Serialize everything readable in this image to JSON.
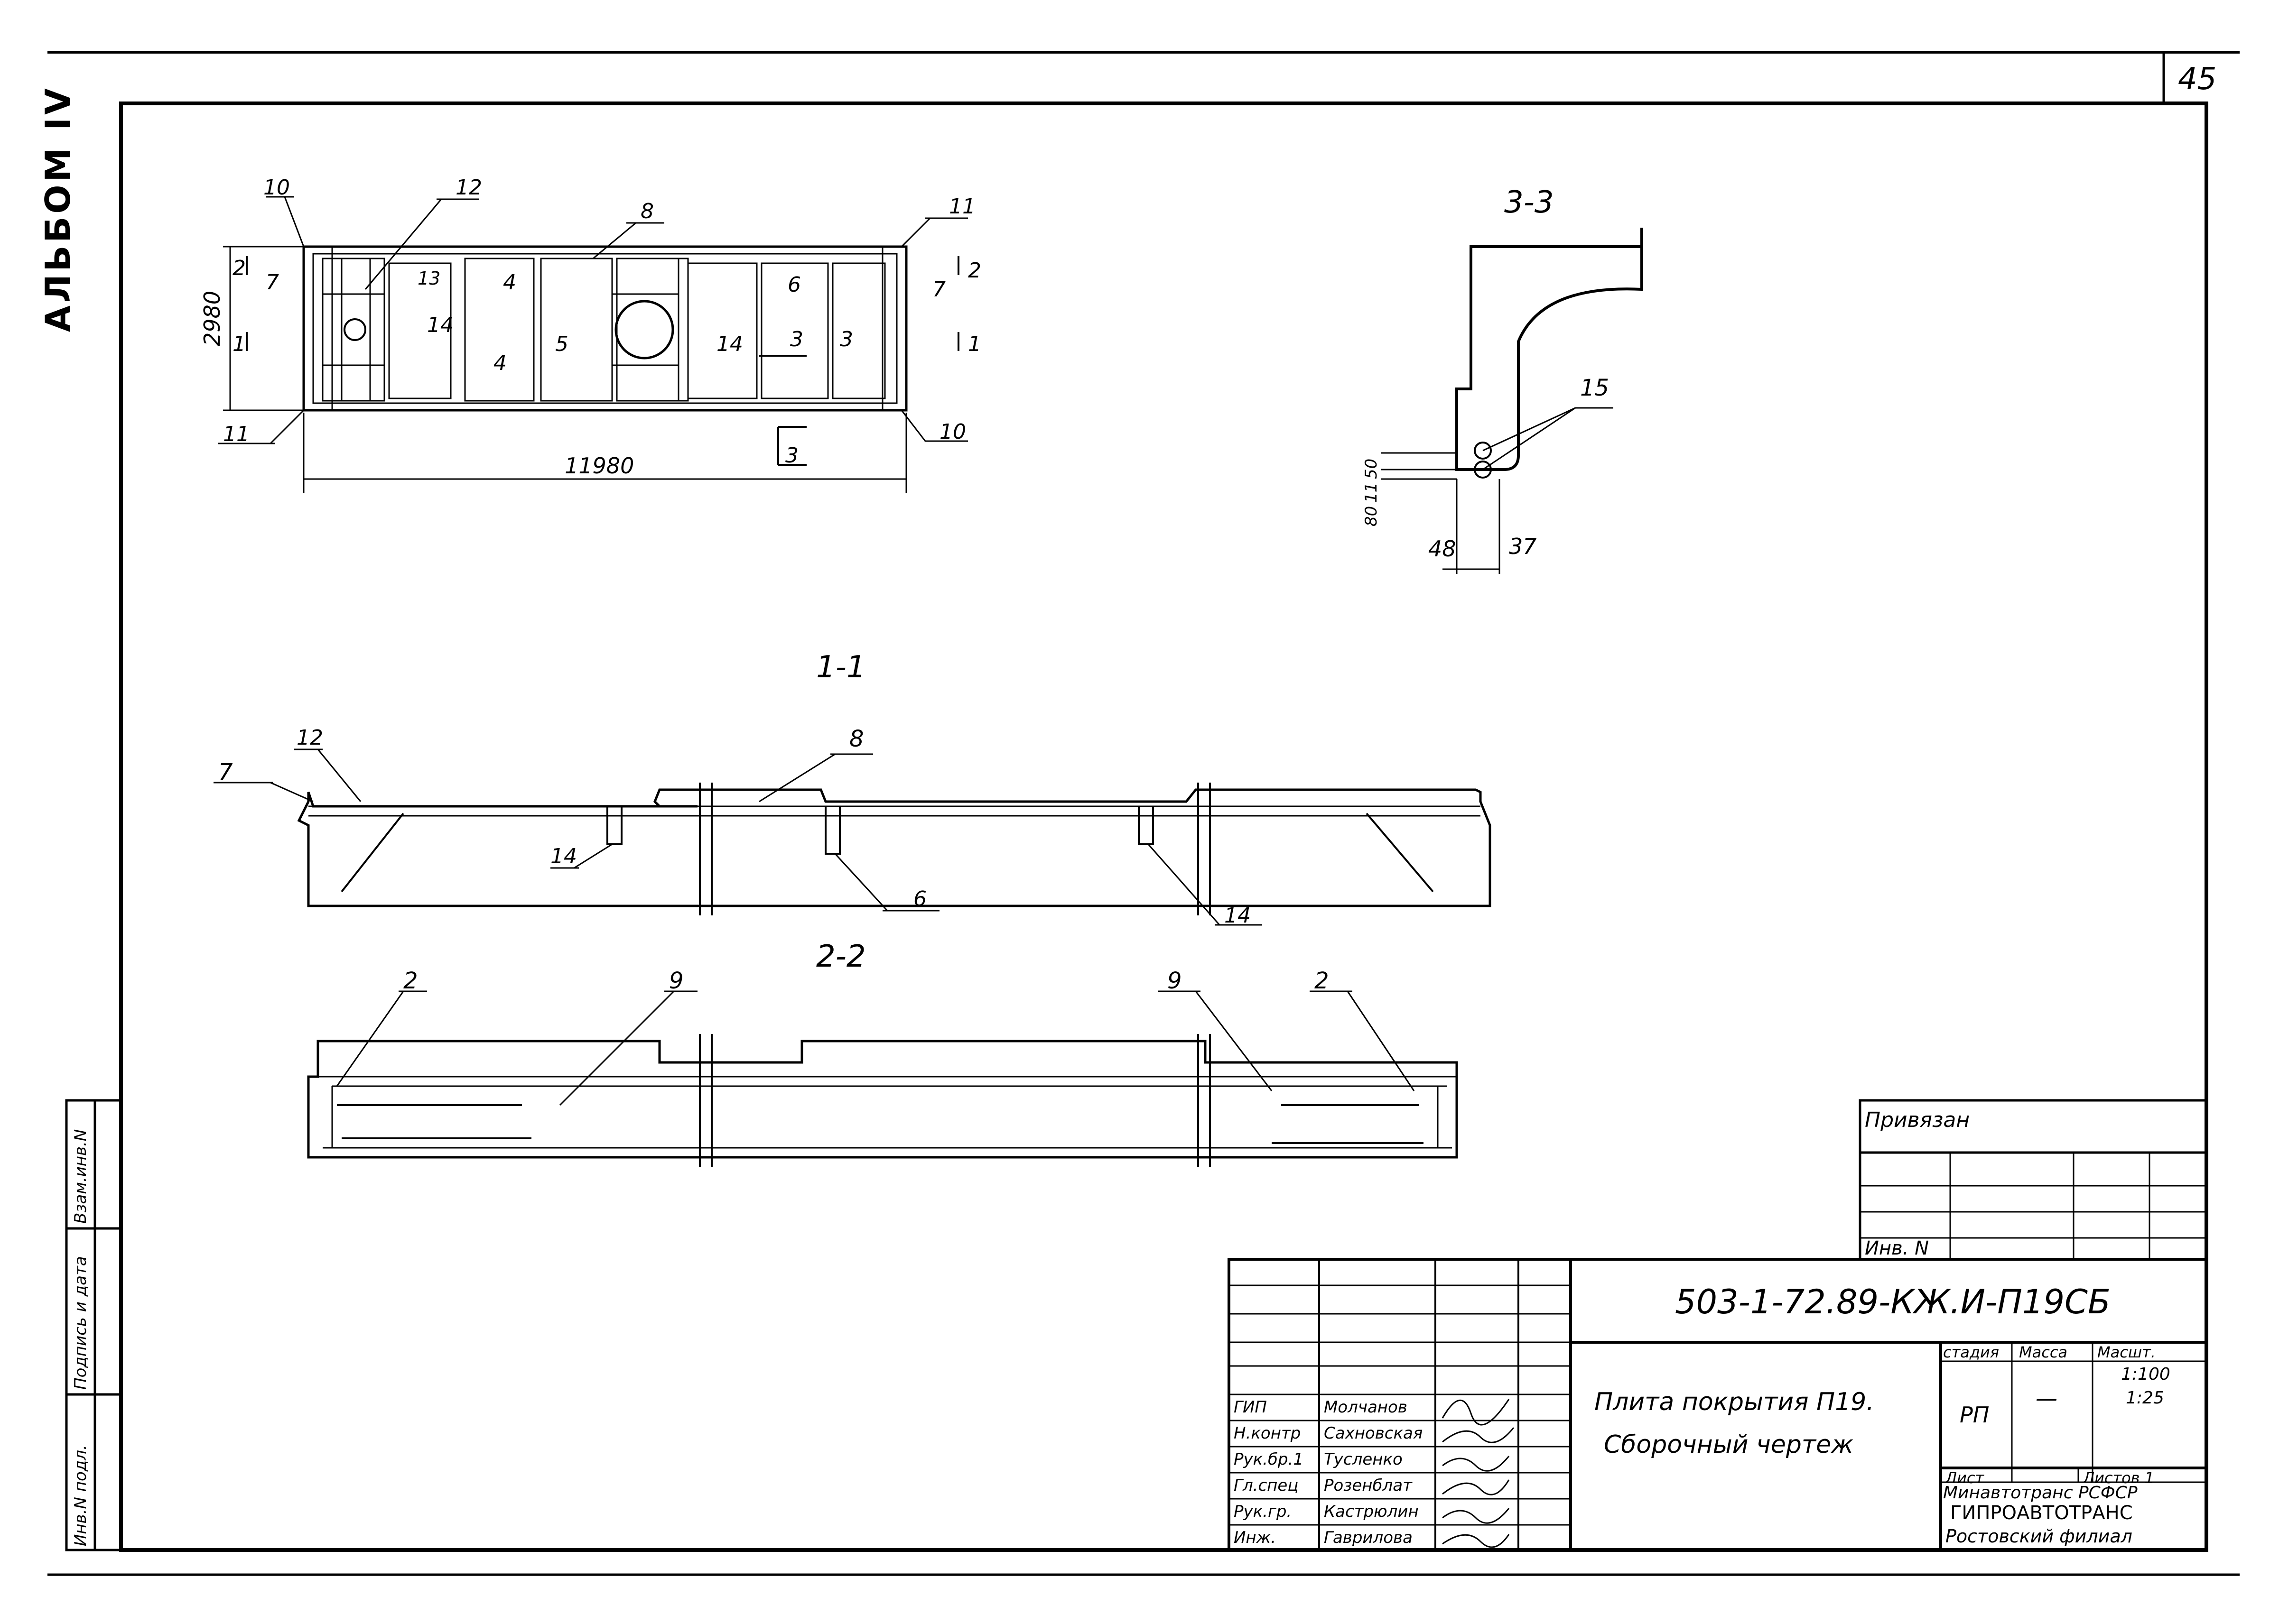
{
  "sheet_number": "45",
  "album": "АЛЬБОМ IV",
  "views": {
    "plan": {
      "dim_width": "11980",
      "dim_height": "2980",
      "callouts": [
        "10",
        "12",
        "8",
        "11",
        "2",
        "7",
        "13",
        "4",
        "14",
        "5",
        "14",
        "6",
        "7",
        "2",
        "1",
        "1",
        "4",
        "3",
        "3",
        "11",
        "10",
        "3"
      ]
    },
    "section_33": {
      "title": "3-3",
      "callout": "15",
      "dims": [
        "80",
        "11",
        "50",
        "48",
        "37"
      ]
    },
    "section_11": {
      "title": "1-1",
      "callouts": [
        "12",
        "7",
        "8",
        "14",
        "6",
        "14"
      ]
    },
    "section_22": {
      "title": "2-2",
      "callouts": [
        "2",
        "9",
        "9",
        "2"
      ]
    }
  },
  "side_stamp": [
    "Инв.N подл.",
    "Подпись и дата",
    "Взам.инв.N"
  ],
  "binding": {
    "label": "Привязан",
    "inv": "Инв. N"
  },
  "title_block": {
    "code": "503-1-72.89-КЖ.И-П19СБ",
    "name_line1": "Плита покрытия П19.",
    "name_line2": "Сборочный чертеж",
    "stage_header": "стадия",
    "mass_header": "Масса",
    "scale_header": "Масшт.",
    "stage": "РП",
    "mass": "—",
    "scale1": "1:100",
    "scale2": "1:25",
    "sheet_label": "Лист",
    "sheets_label": "Листов 1",
    "org1": "Минавтотранс РСФСР",
    "org2": "ГИПРОАВТОТРАНС",
    "org3": "Ростовский филиал",
    "roles": [
      {
        "role": "ГИП",
        "name": "Молчанов"
      },
      {
        "role": "Н.контр",
        "name": "Сахновская"
      },
      {
        "role": "Рук.бр.1",
        "name": "Тусленко"
      },
      {
        "role": "Гл.спец",
        "name": "Розенблат"
      },
      {
        "role": "Рук.гр.",
        "name": "Кастрюлин"
      },
      {
        "role": "Инж.",
        "name": "Гаврилова"
      }
    ]
  }
}
